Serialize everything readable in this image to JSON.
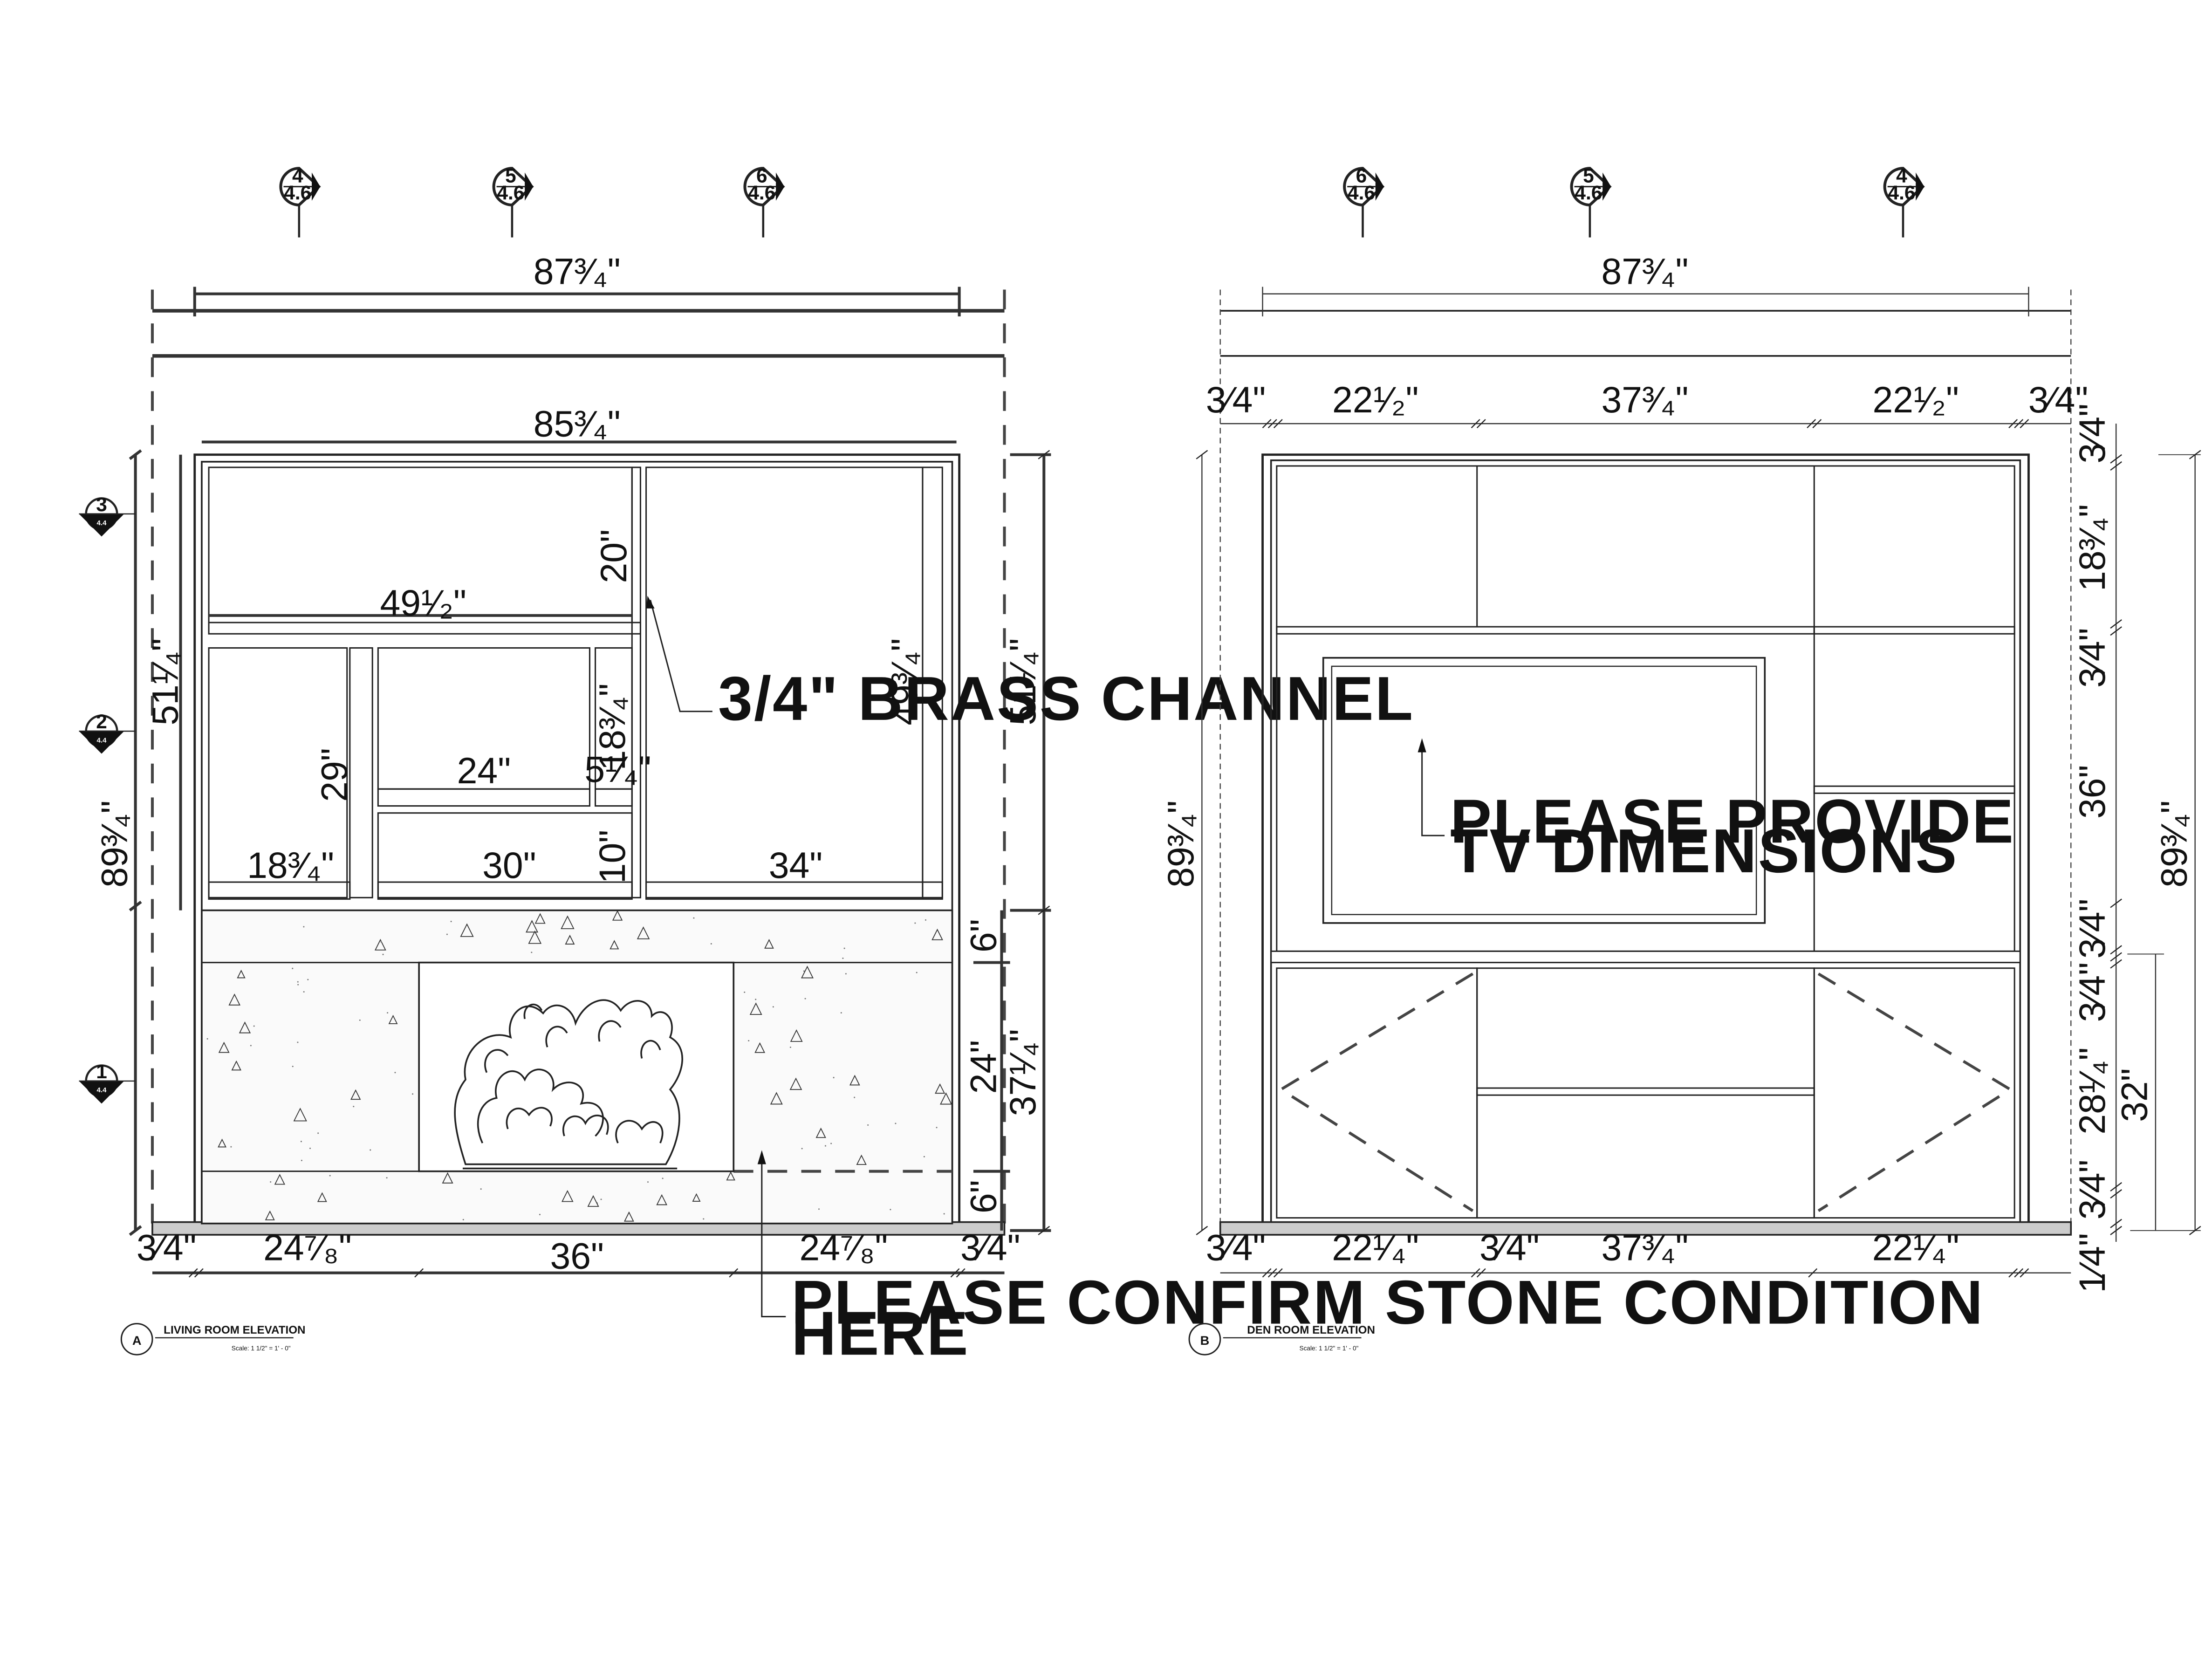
{
  "drawing_a": {
    "tag": "A",
    "title": "LIVING ROOM ELEVATION",
    "scale": "Scale: 1 1/2\" = 1' - 0\"",
    "section_markers": [
      {
        "top": "4",
        "bottom": "4.6"
      },
      {
        "top": "5",
        "bottom": "4.6"
      },
      {
        "top": "6",
        "bottom": "4.6"
      }
    ],
    "level_markers": [
      {
        "top": "3",
        "bottom": "4.4"
      },
      {
        "top": "2",
        "bottom": "4.4"
      },
      {
        "top": "1",
        "bottom": "4.4"
      }
    ],
    "dims": {
      "overall_width": "87³⁄₄\"",
      "inner_width": "85³⁄₄\"",
      "left_height": "51¹⁄₄\"",
      "overall_height": "89³⁄₄\"",
      "right_upper": "51¹⁄₄\"",
      "right_lower": "37¹⁄₄\"",
      "w_49": "49¹⁄₂\"",
      "h_20": "20\"",
      "h_49": "49³⁄₄\"",
      "h_29": "29\"",
      "w_24": "24\"",
      "h_18": "18³⁄₄\"",
      "w_5": "5¹⁄₄\"",
      "h_10": "10\"",
      "w_18": "18³⁄₄\"",
      "w_30": "30\"",
      "w_34": "34\"",
      "r_6a": "6\"",
      "r_24": "24\"",
      "r_6b": "6\"",
      "b_left": "3⁄4\"",
      "b_24a": "24⁷⁄₈\"",
      "b_36": "36\"",
      "b_24b": "24⁷⁄₈\"",
      "b_right": "3⁄4\""
    },
    "notes": {
      "brass": "3/4\" BRASS CHANNEL",
      "stone_line1": "PLEASE CONFIRM STONE CONDITION",
      "stone_line2": "HERE"
    }
  },
  "drawing_b": {
    "tag": "B",
    "title": "DEN ROOM ELEVATION",
    "scale": "Scale: 1 1/2\" = 1' - 0\"",
    "section_markers": [
      {
        "top": "6",
        "bottom": "4.6"
      },
      {
        "top": "5",
        "bottom": "4.6"
      },
      {
        "top": "4",
        "bottom": "4.6"
      }
    ],
    "dims": {
      "overall_width": "87³⁄₄\"",
      "t_left": "3⁄4\"",
      "t_22a": "22¹⁄₂\"",
      "t_37": "37³⁄₄\"",
      "t_22b": "22¹⁄₂\"",
      "t_right": "3⁄4\"",
      "l_height": "89³⁄₄\"",
      "r_34a": "3⁄4\"",
      "r_18": "18³⁄₄\"",
      "r_34b": "3⁄4\"",
      "r_36": "36\"",
      "r_34c": "3⁄4\"",
      "r_34d": "3⁄4\"",
      "r_28": "28¹⁄₄\"",
      "r_34e": "3⁄4\"",
      "r_32": "32\"",
      "r_89": "89³⁄₄\"",
      "r_14": "1⁄4\"",
      "b_left": "3⁄4\"",
      "b_22a": "22¹⁄₄\"",
      "b_34": "3⁄4\"",
      "b_37": "37³⁄₄\"",
      "b_22b": "22¹⁄₄\""
    },
    "notes": {
      "tv_line1": "PLEASE PROVIDE",
      "tv_line2": "TV DIMENSIONS"
    }
  }
}
